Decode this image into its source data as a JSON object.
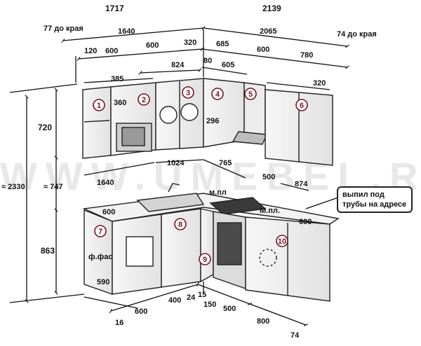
{
  "dims": {
    "top_left_total": "1717",
    "top_right_total": "2139",
    "to_edge_left": "77 до края",
    "to_edge_right": "74 до края",
    "left_run": "1640",
    "right_run": "2065",
    "d120": "120",
    "d600a": "600",
    "d600b": "600",
    "d320a": "320",
    "d685": "685",
    "d600c": "600",
    "d780": "780",
    "d824": "824",
    "d80": "80",
    "d605": "605",
    "d385": "385",
    "d320b": "320",
    "d360": "360",
    "d296": "296",
    "d720": "720",
    "d2330": "≈ 2330",
    "d747": "≈ 747",
    "d1640b": "1640",
    "d1024": "1024",
    "d765": "765",
    "d500a": "500",
    "d874": "874",
    "mpl1": "м.пл",
    "mpl2": "М.пл.",
    "d600d": "600",
    "d600e": "600",
    "d863": "863",
    "ffas": "ф.фас",
    "d590": "590",
    "d16": "16",
    "d600f": "600",
    "d400": "400",
    "d24": "24",
    "d15": "15",
    "d150": "150",
    "d500b": "500",
    "d800": "800",
    "d74": "74"
  },
  "modules": [
    "1",
    "2",
    "3",
    "4",
    "5",
    "6",
    "7",
    "8",
    "9",
    "10"
  ],
  "note": "выпил под трубы на адресе",
  "watermark": "WWW.UMEBEL.RU",
  "colors": {
    "module_number": "#7a1420",
    "line": "#222222"
  }
}
